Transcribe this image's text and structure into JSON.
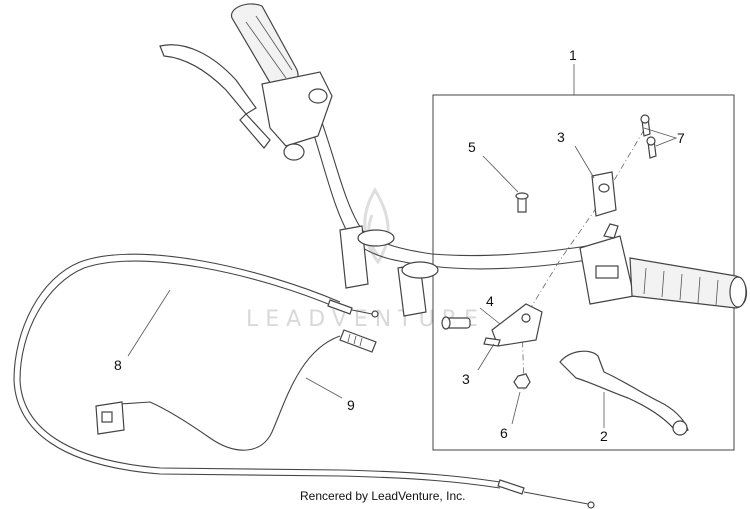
{
  "callouts": {
    "c1": "1",
    "c2": "2",
    "c3a": "3",
    "c3b": "3",
    "c4": "4",
    "c5": "5",
    "c6": "6",
    "c7": "7",
    "c8": "8",
    "c9": "9"
  },
  "credit": "Rencered by LeadVenture, Inc.",
  "watermark": "LEADVENTURE"
}
